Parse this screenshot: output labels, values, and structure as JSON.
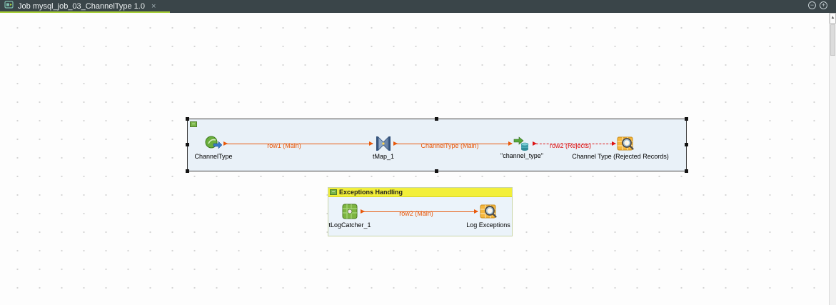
{
  "tab_bar": {
    "tab": {
      "icon": "job-icon",
      "title": "Job mysql_job_03_ChannelType 1.0",
      "close_glyph": "×"
    },
    "controls": {
      "minimize_glyph": "−",
      "maximize_glyph": "+"
    }
  },
  "scrollbar": {
    "up_glyph": "▲"
  },
  "canvas": {
    "main_subjob": {
      "collapse_glyph": "−",
      "components": [
        {
          "label": "ChannelType",
          "icon": "mysql-input-icon"
        },
        {
          "label": "tMap_1",
          "icon": "tmap-icon"
        },
        {
          "label": "\"channel_type\"",
          "icon": "mysql-output-icon"
        },
        {
          "label": "Channel Type (Rejected Records)",
          "icon": "logrow-icon"
        }
      ],
      "connections": [
        {
          "label": "row1 (Main)",
          "type": "main"
        },
        {
          "label": "ChannelType (Main)",
          "type": "main"
        },
        {
          "label": "row2 (Rejects)",
          "type": "reject"
        }
      ]
    },
    "exceptions_subjob": {
      "title": "Exceptions Handling",
      "collapse_glyph": "−",
      "components": [
        {
          "label": "tLogCatcher_1",
          "icon": "logcatcher-icon"
        },
        {
          "label": "Log Exceptions",
          "icon": "logrow-icon"
        }
      ],
      "connections": [
        {
          "label": "row2 (Main)",
          "type": "main"
        }
      ]
    }
  },
  "colors": {
    "main_connection": "#e8590c",
    "reject_connection": "#dd1414",
    "tab_accent": "#a6ce39",
    "subjob_fill": "#e9f1f8",
    "exceptions_header_bg": "#f2ef3a",
    "tab_bar_bg": "#3a4549"
  }
}
